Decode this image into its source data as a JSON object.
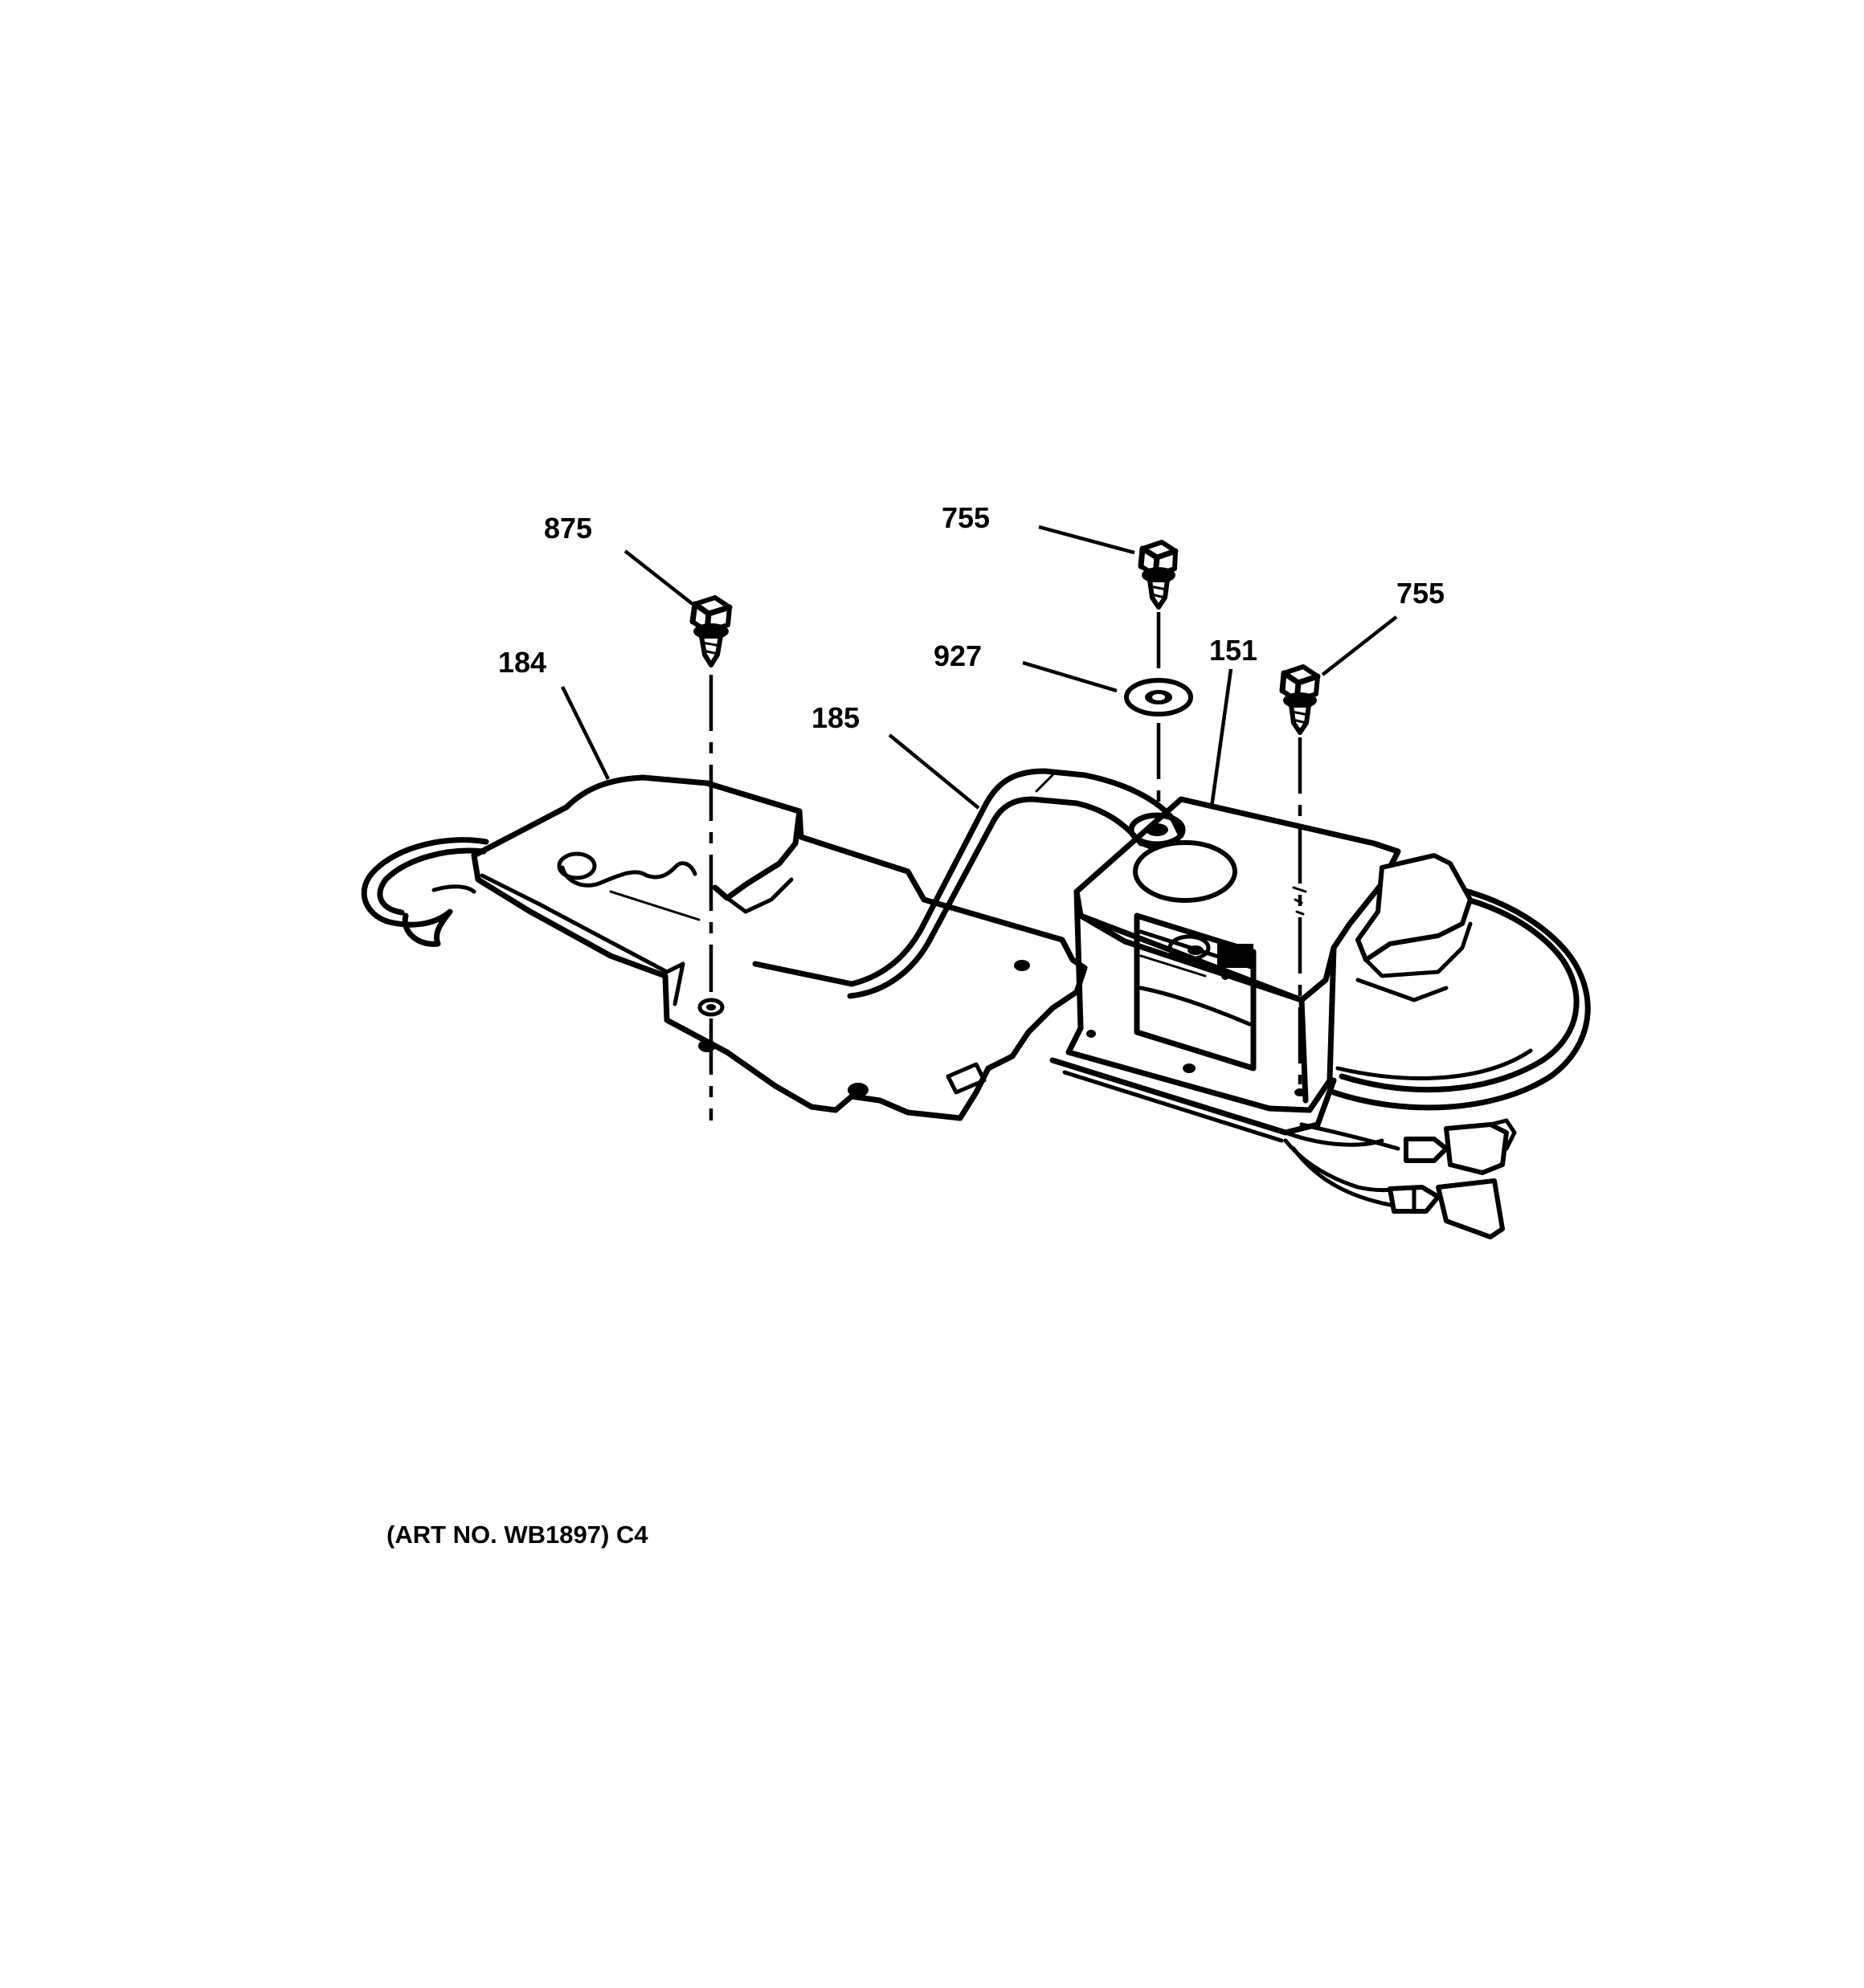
{
  "callouts": {
    "c875": "875",
    "c755_top": "755",
    "c755_right": "755",
    "c927": "927",
    "c151": "151",
    "c184": "184",
    "c185": "185"
  },
  "footer": {
    "art_no": "(ART NO. WB1897) C4"
  }
}
